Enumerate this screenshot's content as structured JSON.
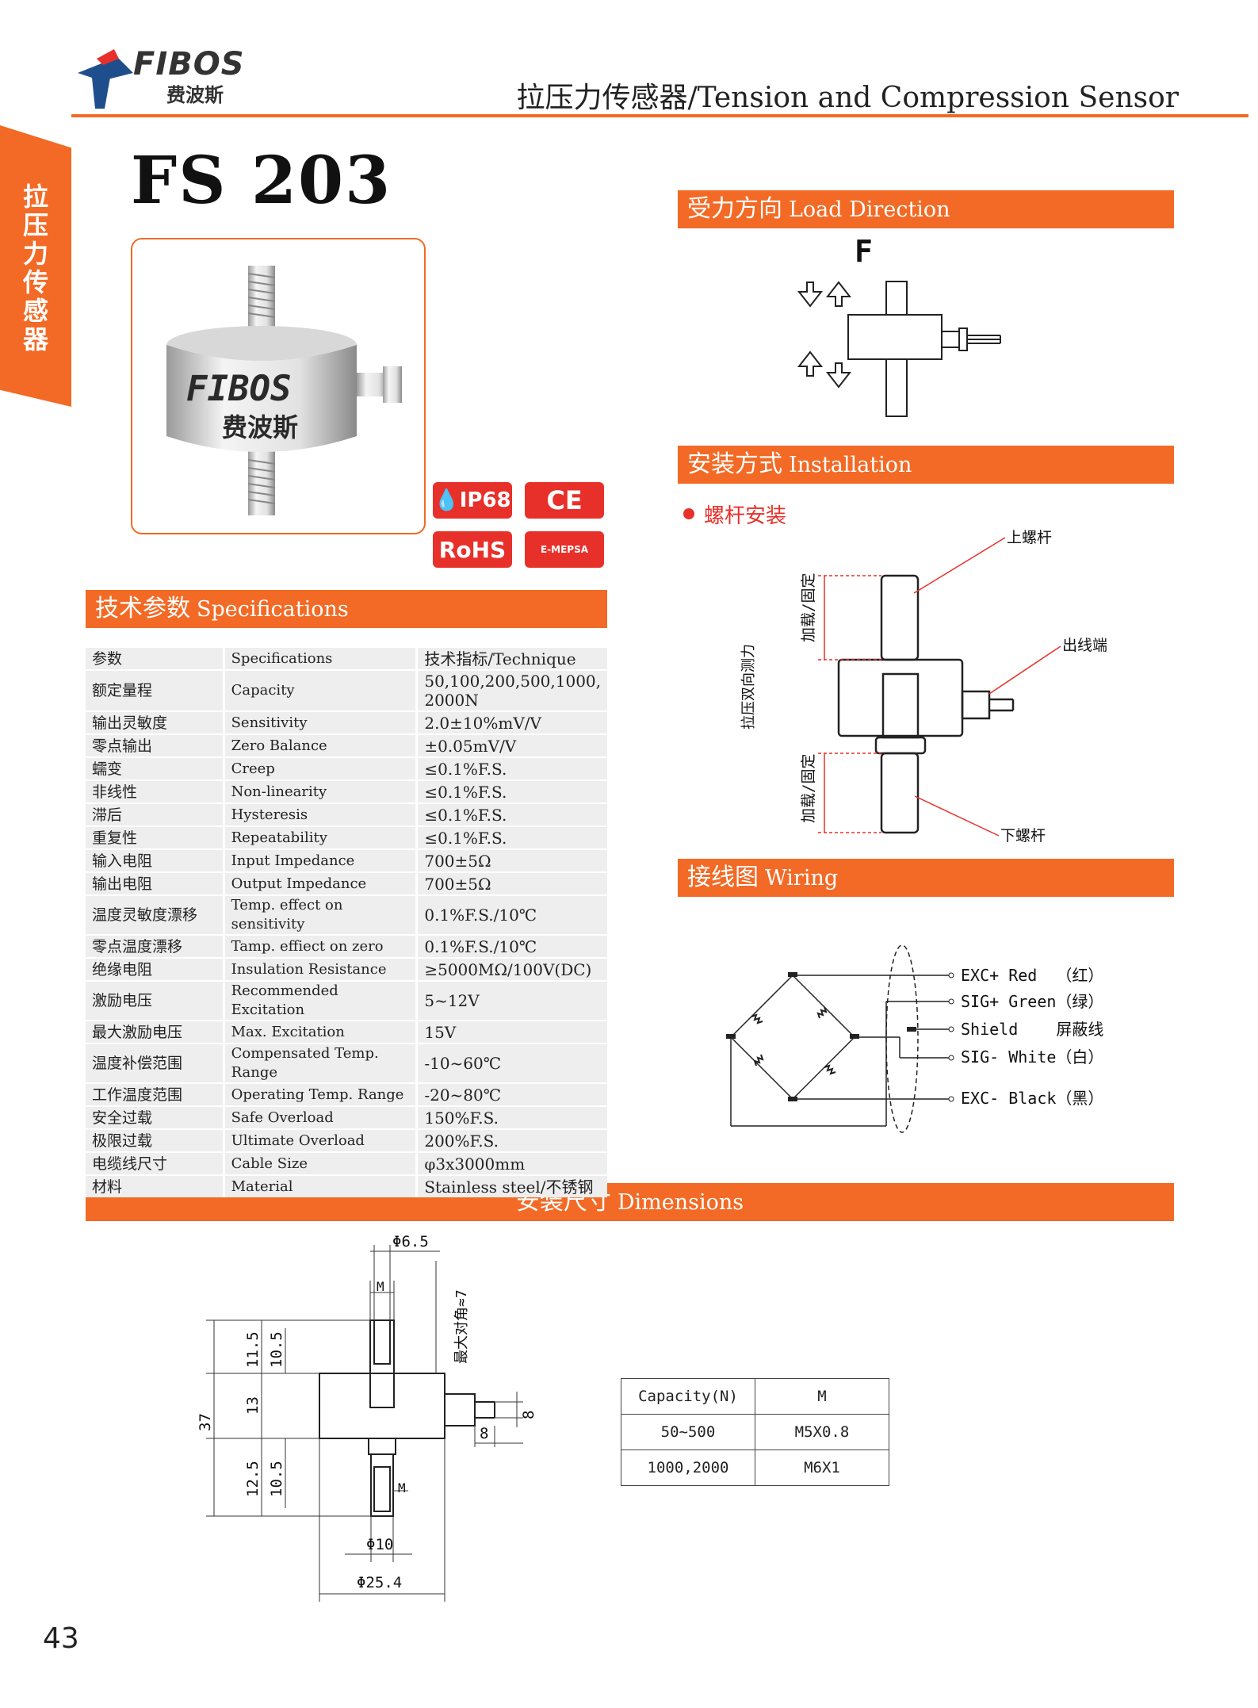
{
  "header": {
    "logo_en": "FIBOS",
    "logo_cn": "费波斯",
    "title": "拉压力传感器/Tension and Compression Sensor"
  },
  "side_tab": {
    "label": "拉压力传感器"
  },
  "product": {
    "model": "FS 203",
    "photo_logo_en": "FIBOS",
    "photo_logo_cn": "费波斯"
  },
  "badges": {
    "ip": "IP68",
    "ce": "CE",
    "rohs": "RoHS",
    "mepsa": "E-MEPSA"
  },
  "sections": {
    "load": {
      "cn": "受力方向",
      "en": "Load Direction"
    },
    "install": {
      "cn": "安装方式",
      "en": "Installation"
    },
    "specs": {
      "cn": "技术参数",
      "en": "Specifications"
    },
    "wiring": {
      "cn": "接线图",
      "en": "Wiring"
    },
    "dims": {
      "cn": "安装尺寸",
      "en": "Dimensions"
    }
  },
  "load_diagram": {
    "force_label": "F"
  },
  "install": {
    "bullet_label": "螺杆安装",
    "top_screw": "上螺杆",
    "outlet": "出线端",
    "bottom_screw": "下螺杆",
    "load_fixed_top": "加载/固定",
    "bidirectional": "拉压双向测力",
    "load_fixed_bottom": "加载/固定"
  },
  "specs": {
    "headers": [
      "参数",
      "Specifications",
      "技术指标/Technique"
    ],
    "rows": [
      [
        "额定量程",
        "Capacity",
        "50,100,200,500,1000,\n2000N"
      ],
      [
        "输出灵敏度",
        "Sensitivity",
        "2.0±10%mV/V"
      ],
      [
        "零点输出",
        "Zero Balance",
        "±0.05mV/V"
      ],
      [
        "蠕变",
        "Creep",
        "≤0.1%F.S."
      ],
      [
        "非线性",
        "Non-linearity",
        "≤0.1%F.S."
      ],
      [
        "滞后",
        "Hysteresis",
        "≤0.1%F.S."
      ],
      [
        "重复性",
        "Repeatability",
        "≤0.1%F.S."
      ],
      [
        "输入电阻",
        "Input Impedance",
        "700±5Ω"
      ],
      [
        "输出电阻",
        "Output Impedance",
        "700±5Ω"
      ],
      [
        "温度灵敏度漂移",
        "Temp. effect on sensitivity",
        "0.1%F.S./10℃"
      ],
      [
        "零点温度漂移",
        "Tamp. effiect on zero",
        "0.1%F.S./10℃"
      ],
      [
        "绝缘电阻",
        "Insulation Resistance",
        "≥5000MΩ/100V(DC)"
      ],
      [
        "激励电压",
        "Recommended Excitation",
        "5~12V"
      ],
      [
        "最大激励电压",
        "Max. Excitation",
        "15V"
      ],
      [
        "温度补偿范围",
        "Compensated Temp. Range",
        "-10~60℃"
      ],
      [
        "工作温度范围",
        "Operating Temp. Range",
        "-20~80℃"
      ],
      [
        "安全过载",
        "Safe Overload",
        "150%F.S."
      ],
      [
        "极限过载",
        "Ultimate Overload",
        "200%F.S."
      ],
      [
        "电缆线尺寸",
        "Cable Size",
        "φ3x3000mm"
      ],
      [
        "材料",
        "Material",
        "Stainless steel/不锈钢"
      ]
    ]
  },
  "wiring": {
    "lines": [
      "EXC+ Red  （红）",
      "SIG+ Green（绿）",
      "Shield    屏蔽线",
      "SIG- White（白）",
      "EXC- Black（黑）"
    ]
  },
  "dimensions": {
    "d_top": "Φ6.5",
    "m_top": "M",
    "diag": "最大对角≈7",
    "h_total": "37",
    "h_top_outer": "11.5",
    "h_top_inner": "10.5",
    "h_mid": "13",
    "h_bot_outer": "12.5",
    "h_bot_inner": "10.5",
    "w_conn": "8",
    "h_conn": "8",
    "m_bot": "M",
    "d_bot": "Φ10",
    "d_body": "Φ25.4"
  },
  "capacity_table": {
    "headers": [
      "Capacity(N)",
      "M"
    ],
    "rows": [
      [
        "50~500",
        "M5X0.8"
      ],
      [
        "1000,2000",
        "M6X1"
      ]
    ]
  },
  "page_number": "43",
  "colors": {
    "accent": "#f26a25",
    "badge_red": "#e8302a",
    "table_bg": "#eeeeee"
  }
}
